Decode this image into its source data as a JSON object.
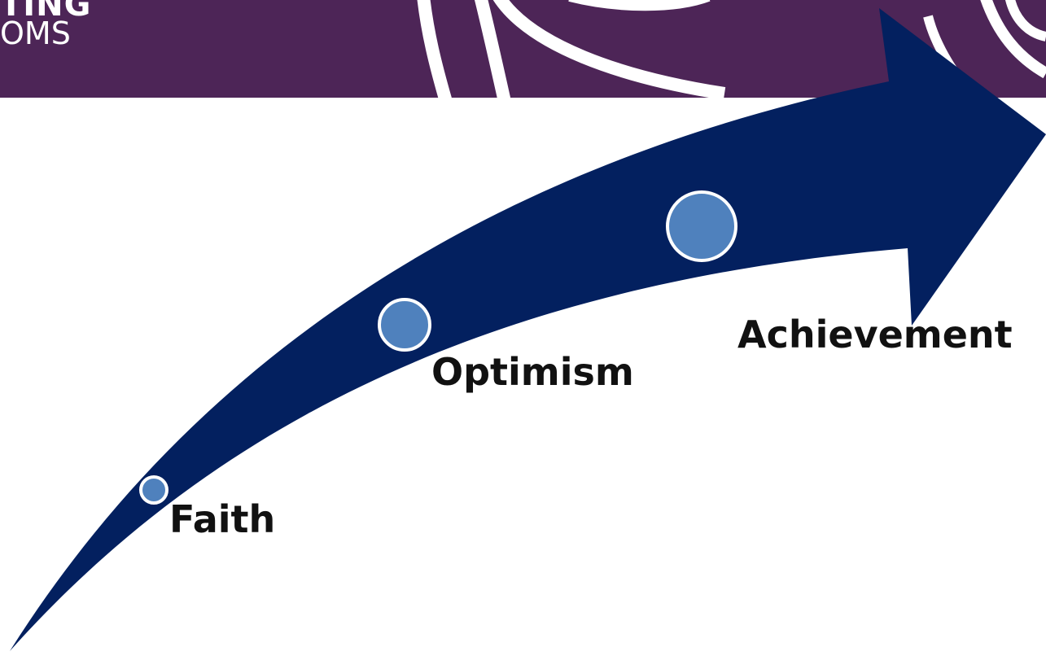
{
  "header": {
    "logo_line1": "TING",
    "logo_line2": "OMS"
  },
  "diagram": {
    "type": "growth-arrow",
    "stages": [
      {
        "label": "Faith",
        "marker": "small-circle"
      },
      {
        "label": "Optimism",
        "marker": "medium-circle"
      },
      {
        "label": "Achievement",
        "marker": "large-circle"
      }
    ],
    "colors": {
      "banner": "#4d2557",
      "arrow": "#03205f",
      "circle_fill": "#4f81bd",
      "circle_stroke": "#ffffff",
      "label_text": "#111111"
    }
  }
}
